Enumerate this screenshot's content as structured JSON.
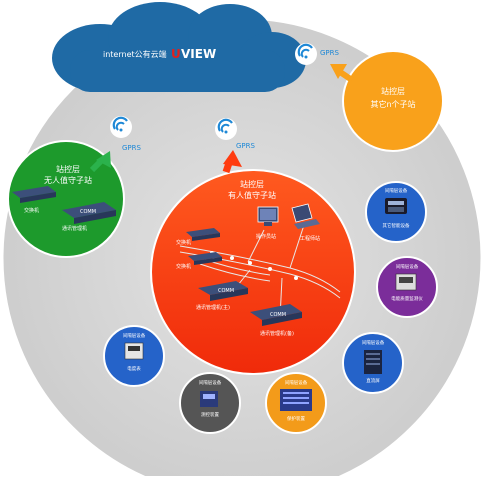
{
  "cloud": {
    "label": "internet公有云端",
    "brand": "VIEW",
    "brand_prefix": "U"
  },
  "gprs_labels": [
    "GPRS",
    "GPRS",
    "GPRS"
  ],
  "orange_station": {
    "title": "站控层",
    "subtitle": "其它n个子站"
  },
  "green_station": {
    "title": "站控层",
    "subtitle": "无人值守子站",
    "device_labels": [
      "交换机",
      "通讯管理机"
    ],
    "comm_label": "COMM"
  },
  "red_station": {
    "title": "站控层",
    "subtitle": "有人值守子站",
    "device_labels": [
      "操作员站",
      "工程师站",
      "交换机",
      "交换机",
      "通讯管理机(主)",
      "通讯管理机(备)"
    ],
    "comm_labels": [
      "COMM",
      "COMM"
    ]
  },
  "bay_devices": {
    "header": "间隔层设备",
    "items": [
      {
        "header": "间隔层设备",
        "label": "其它智能设备"
      },
      {
        "header": "间隔层设备",
        "label": "电能质量监测仪"
      },
      {
        "header": "间隔层设备",
        "label": "直流屏"
      },
      {
        "header": "间隔层设备",
        "label": "保护装置"
      },
      {
        "header": "间隔层设备",
        "label": "测控装置"
      },
      {
        "header": "间隔层设备",
        "label": "电度表"
      }
    ]
  },
  "colors": {
    "cloud": "#1f6aa5",
    "big_circle": "#d3d3d3",
    "red": "#ff3b0f",
    "green": "#1d9a2c",
    "orange": "#f9a11b",
    "arrow_green": "#2bb24c",
    "arrow_orange": "#f9a11b",
    "wifi": "#1e88d6",
    "bay_blue": "#2563c9",
    "bay_purple": "#7b2d9a",
    "bay_gray": "#555555",
    "bay_orange": "#f39b1a"
  }
}
